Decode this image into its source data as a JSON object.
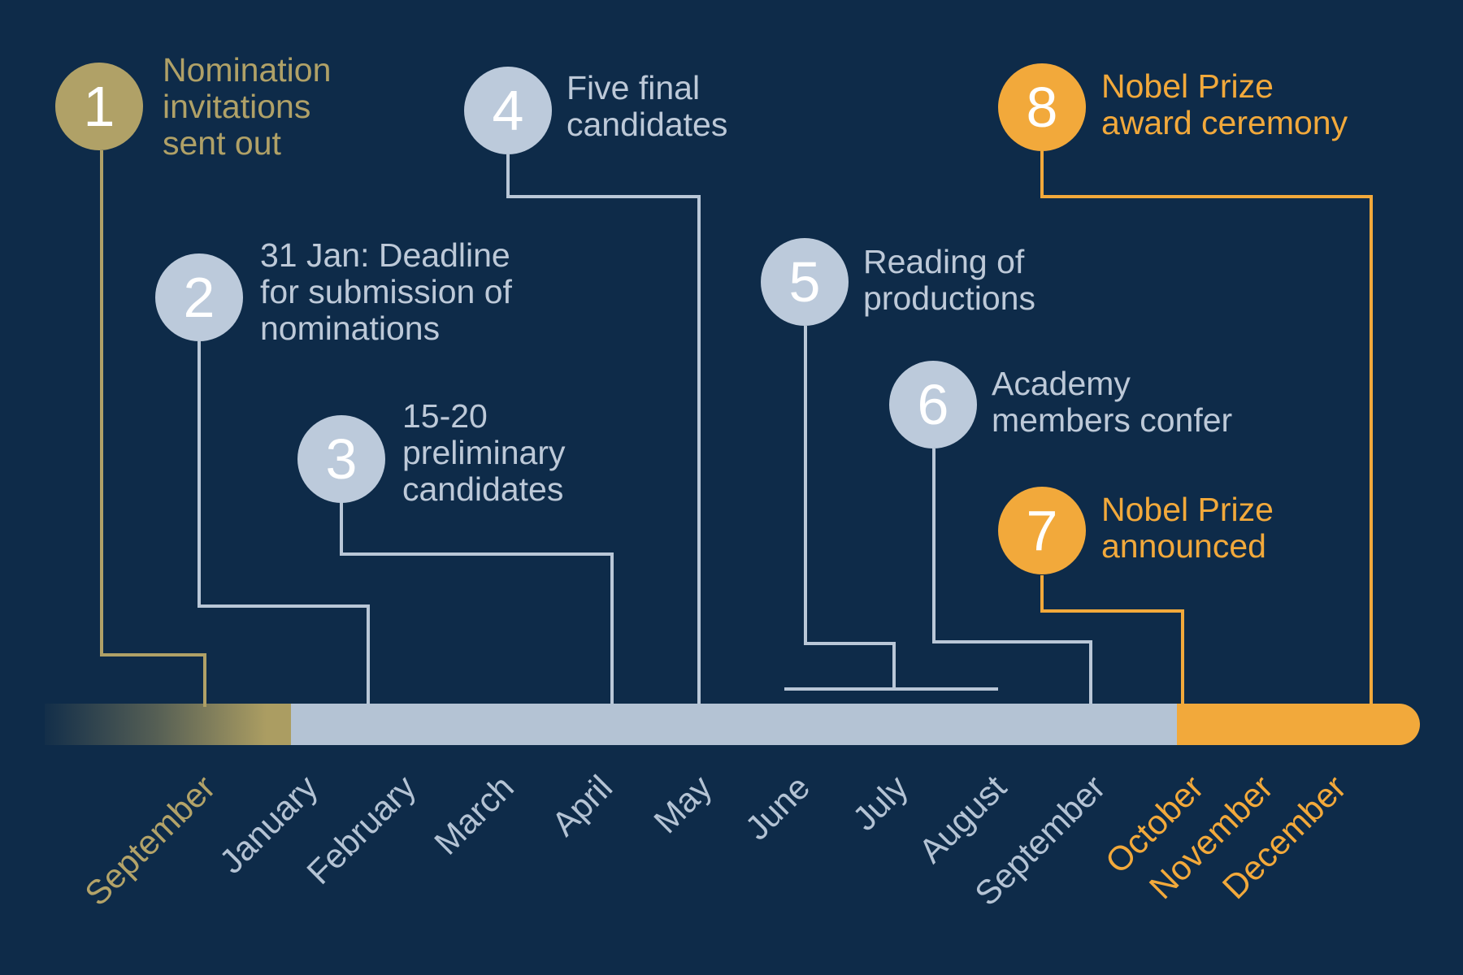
{
  "colors": {
    "background": "#0e2b49",
    "olive": "#b0a167",
    "olive_bar": "#ab9d62",
    "light_blue_circle": "#bccadb",
    "light_blue_text": "#bdc9d8",
    "light_blue_bar": "#b4c3d4",
    "orange": "#f2a93b",
    "number_white": "#ffffff"
  },
  "steps": [
    {
      "number": "1",
      "color_group": "olive",
      "lines": [
        "Nomination",
        "invitations",
        "sent out"
      ]
    },
    {
      "number": "2",
      "color_group": "blue",
      "lines": [
        "31 Jan: Deadline",
        "for submission of",
        "nominations"
      ]
    },
    {
      "number": "3",
      "color_group": "blue",
      "lines": [
        "15-20",
        "preliminary",
        "candidates"
      ]
    },
    {
      "number": "4",
      "color_group": "blue",
      "lines": [
        "Five final",
        "candidates"
      ]
    },
    {
      "number": "5",
      "color_group": "blue",
      "lines": [
        "Reading of",
        "productions"
      ]
    },
    {
      "number": "6",
      "color_group": "blue",
      "lines": [
        "Academy",
        "members confer"
      ]
    },
    {
      "number": "7",
      "color_group": "orange",
      "lines": [
        "Nobel Prize",
        "announced"
      ]
    },
    {
      "number": "8",
      "color_group": "orange",
      "lines": [
        "Nobel Prize",
        "award ceremony"
      ]
    }
  ],
  "months": [
    {
      "label": "September",
      "color_group": "olive"
    },
    {
      "label": "January",
      "color_group": "blue"
    },
    {
      "label": "February",
      "color_group": "blue"
    },
    {
      "label": "March",
      "color_group": "blue"
    },
    {
      "label": "April",
      "color_group": "blue"
    },
    {
      "label": "May",
      "color_group": "blue"
    },
    {
      "label": "June",
      "color_group": "blue"
    },
    {
      "label": "July",
      "color_group": "blue"
    },
    {
      "label": "August",
      "color_group": "blue"
    },
    {
      "label": "September",
      "color_group": "blue"
    },
    {
      "label": "October",
      "color_group": "orange"
    },
    {
      "label": "November",
      "color_group": "orange"
    },
    {
      "label": "December",
      "color_group": "orange"
    }
  ]
}
